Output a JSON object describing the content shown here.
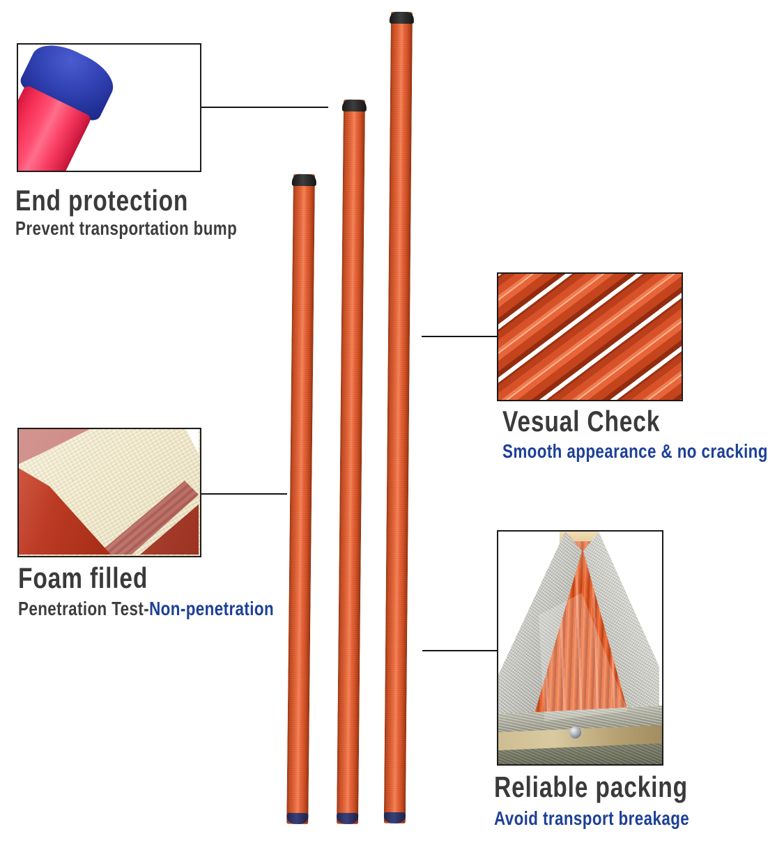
{
  "sections": {
    "end_protection": {
      "title": "End protection",
      "subtitle": "Prevent transportation bump"
    },
    "visual_check": {
      "title": "Vesual Check",
      "subtitle": "Smooth appearance & no cracking"
    },
    "foam_filled": {
      "title": "Foam filled",
      "subtitle_plain": "Penetration Test-",
      "subtitle_accent": "Non-penetration"
    },
    "reliable_packing": {
      "title": "Reliable packing",
      "subtitle": "Avoid transport breakage"
    }
  },
  "colors": {
    "heading_gray": "#3a3a3a",
    "accent_blue": "#1c4097",
    "pole_orange": "#d8552f",
    "pole_pink_red": "#f73b5e",
    "end_cap_blue": "#2e3fa8",
    "top_cap_black": "#262626",
    "bottom_cap_navy": "#2c3266",
    "foam_cream": "#ede5c6",
    "connector_line": "#141414",
    "background": "#ffffff"
  }
}
